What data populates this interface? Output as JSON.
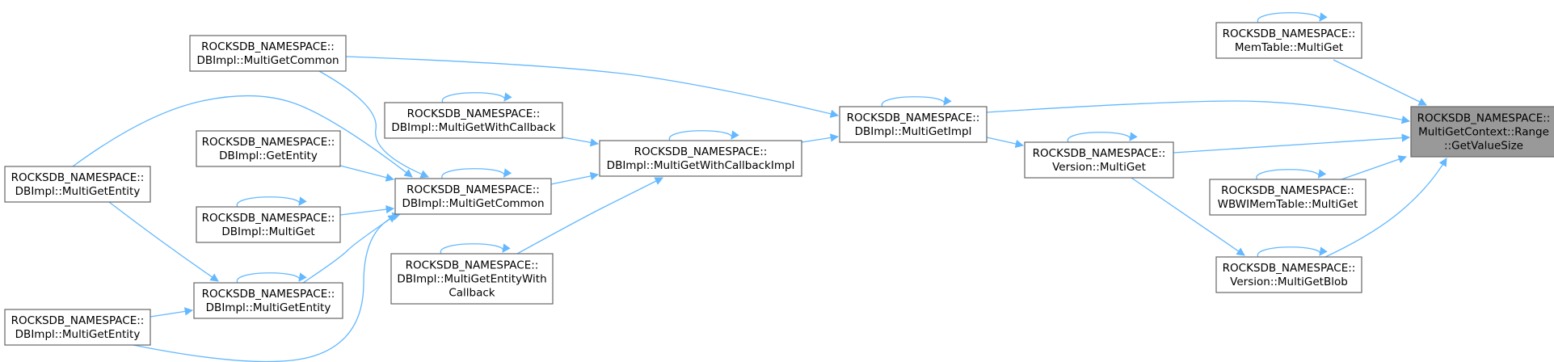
{
  "diagram": {
    "nodes": [
      {
        "id": "root",
        "lines": [
          "ROCKSDB_NAMESPACE::",
          "MultiGetContext::Range",
          "::GetValueSize"
        ]
      },
      {
        "id": "memtable_multiget",
        "lines": [
          "ROCKSDB_NAMESPACE::",
          "MemTable::MultiGet"
        ]
      },
      {
        "id": "wbwi_multiget",
        "lines": [
          "ROCKSDB_NAMESPACE::",
          "WBWIMemTable::MultiGet"
        ]
      },
      {
        "id": "version_multigetblob",
        "lines": [
          "ROCKSDB_NAMESPACE::",
          "Version::MultiGetBlob"
        ]
      },
      {
        "id": "version_multiget",
        "lines": [
          "ROCKSDB_NAMESPACE::",
          "Version::MultiGet"
        ]
      },
      {
        "id": "dbimpl_multigetimpl",
        "lines": [
          "ROCKSDB_NAMESPACE::",
          "DBImpl::MultiGetImpl"
        ]
      },
      {
        "id": "dbimpl_mgwcbimpl",
        "lines": [
          "ROCKSDB_NAMESPACE::",
          "DBImpl::MultiGetWithCallbackImpl"
        ]
      },
      {
        "id": "dbimpl_mgcommon_top",
        "lines": [
          "ROCKSDB_NAMESPACE::",
          "DBImpl::MultiGetCommon"
        ]
      },
      {
        "id": "dbimpl_mgwithcallback",
        "lines": [
          "ROCKSDB_NAMESPACE::",
          "DBImpl::MultiGetWithCallback"
        ]
      },
      {
        "id": "dbimpl_mgcommon_mid",
        "lines": [
          "ROCKSDB_NAMESPACE::",
          "DBImpl::MultiGetCommon"
        ]
      },
      {
        "id": "dbimpl_mgentitywithcb",
        "lines": [
          "ROCKSDB_NAMESPACE::",
          "DBImpl::MultiGetEntityWith",
          "Callback"
        ]
      },
      {
        "id": "dbimpl_getentity",
        "lines": [
          "ROCKSDB_NAMESPACE::",
          "DBImpl::GetEntity"
        ]
      },
      {
        "id": "dbimpl_multiget",
        "lines": [
          "ROCKSDB_NAMESPACE::",
          "DBImpl::MultiGet"
        ]
      },
      {
        "id": "dbimpl_mgentity_mid",
        "lines": [
          "ROCKSDB_NAMESPACE::",
          "DBImpl::MultiGetEntity"
        ]
      },
      {
        "id": "dbimpl_mgentity_left_top",
        "lines": [
          "ROCKSDB_NAMESPACE::",
          "DBImpl::MultiGetEntity"
        ]
      },
      {
        "id": "dbimpl_mgentity_left_bot",
        "lines": [
          "ROCKSDB_NAMESPACE::",
          "DBImpl::MultiGetEntity"
        ]
      }
    ],
    "edges": [
      {
        "from": "memtable_multiget",
        "to": "root"
      },
      {
        "from": "dbimpl_multigetimpl",
        "to": "root"
      },
      {
        "from": "version_multiget",
        "to": "root"
      },
      {
        "from": "wbwi_multiget",
        "to": "root"
      },
      {
        "from": "version_multigetblob",
        "to": "root"
      },
      {
        "from": "dbimpl_multigetimpl",
        "to": "version_multiget"
      },
      {
        "from": "version_multiget",
        "to": "version_multigetblob"
      },
      {
        "from": "dbimpl_mgcommon_top",
        "to": "dbimpl_multigetimpl"
      },
      {
        "from": "dbimpl_mgwcbimpl",
        "to": "dbimpl_multigetimpl"
      },
      {
        "from": "dbimpl_mgwithcallback",
        "to": "dbimpl_mgwcbimpl"
      },
      {
        "from": "dbimpl_mgcommon_mid",
        "to": "dbimpl_mgwcbimpl"
      },
      {
        "from": "dbimpl_mgentitywithcb",
        "to": "dbimpl_mgwcbimpl"
      },
      {
        "from": "dbimpl_mgcommon_top",
        "to": "dbimpl_mgcommon_mid"
      },
      {
        "from": "dbimpl_getentity",
        "to": "dbimpl_mgcommon_mid"
      },
      {
        "from": "dbimpl_multiget",
        "to": "dbimpl_mgcommon_mid"
      },
      {
        "from": "dbimpl_mgentity_mid",
        "to": "dbimpl_mgcommon_mid"
      },
      {
        "from": "dbimpl_mgentity_left_top",
        "to": "dbimpl_mgcommon_mid"
      },
      {
        "from": "dbimpl_mgentity_left_bot",
        "to": "dbimpl_mgcommon_mid"
      },
      {
        "from": "dbimpl_mgentity_left_top",
        "to": "dbimpl_mgentity_mid"
      },
      {
        "from": "dbimpl_mgentity_left_bot",
        "to": "dbimpl_mgentity_mid"
      }
    ],
    "self_loops": [
      "memtable_multiget",
      "wbwi_multiget",
      "version_multigetblob",
      "version_multiget",
      "dbimpl_multigetimpl",
      "dbimpl_mgwcbimpl",
      "dbimpl_mgwithcallback",
      "dbimpl_mgcommon_mid",
      "dbimpl_mgentitywithcb",
      "dbimpl_multiget",
      "dbimpl_mgentity_mid"
    ]
  },
  "colors": {
    "edge": "#63b8ff",
    "node_border": "#666666",
    "node_fill": "#ffffff",
    "root_fill": "#999999"
  }
}
